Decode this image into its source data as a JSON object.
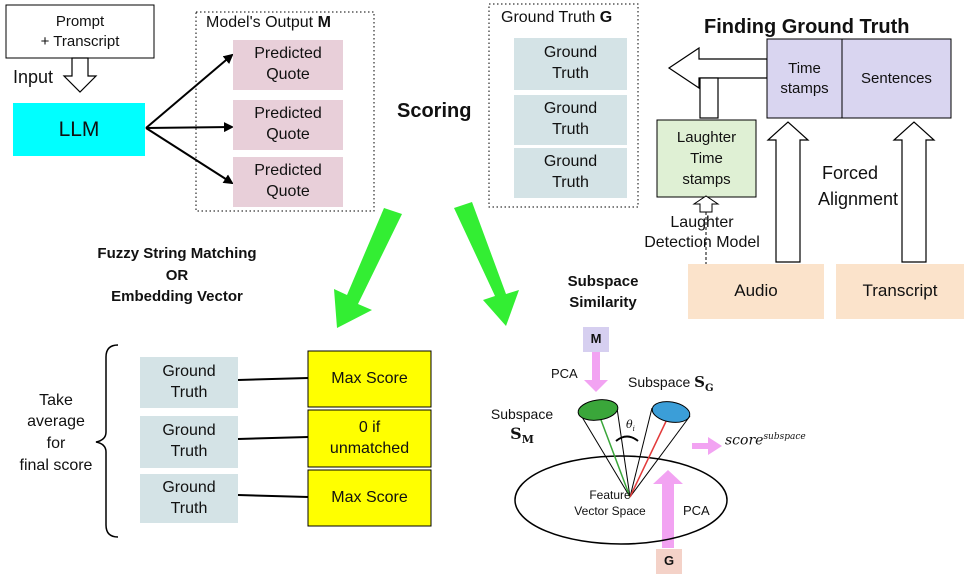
{
  "diagram": {
    "prompt": {
      "line1": "Prompt",
      "line2": "+ Transcript"
    },
    "input_label": "Input",
    "llm": "LLM",
    "model_output": {
      "title": "Model's Output",
      "symbol": "M",
      "items": [
        "Predicted Quote",
        "Predicted Quote",
        "Predicted Quote"
      ]
    },
    "scoring": "Scoring",
    "ground_truth": {
      "title": "Ground Truth",
      "symbol": "G",
      "items": [
        "Ground Truth",
        "Ground Truth",
        "Ground Truth"
      ]
    },
    "finding_title": "Finding Ground Truth",
    "timestamps": {
      "line1": "Time",
      "line2": "stamps"
    },
    "sentences": "Sentences",
    "laughter_ts": {
      "line1": "Laughter",
      "line2": "Time",
      "line3": "stamps"
    },
    "laughter_model": {
      "line1": "Laughter",
      "line2": "Detection Model"
    },
    "forced_alignment": {
      "line1": "Forced",
      "line2": "Alignment"
    },
    "audio": "Audio",
    "transcript": "Transcript",
    "fuzzy": {
      "line1": "Fuzzy String Matching",
      "line2": "OR",
      "line3": "Embedding Vector"
    },
    "take_average": {
      "line1": "Take",
      "line2": "average",
      "line3": "for",
      "line4": "final score"
    },
    "bottom_gt": [
      "Ground Truth",
      "Ground Truth",
      "Ground Truth"
    ],
    "scores": [
      "Max Score",
      "0 if unmatched",
      "Max Score"
    ],
    "subspace_similarity": {
      "line1": "Subspace",
      "line2": "Similarity"
    },
    "sub_m_symbol": "M",
    "sub_g_symbol": "G",
    "pca_top": "PCA",
    "pca_bottom": "PCA",
    "subspace_g": {
      "label": "Subspace",
      "symbol": "S",
      "sub": "G"
    },
    "subspace_m": {
      "label": "Subspace",
      "symbol": "S",
      "sub": "M"
    },
    "theta": {
      "symbol": "θ",
      "sub": "i"
    },
    "score_subspace": {
      "base": "score",
      "sup": "subspace"
    },
    "feature_space": {
      "line1": "Feature",
      "line2": "Vector Space"
    }
  },
  "colors": {
    "llm": "#00ffff",
    "predicted_quote": "#e8cfd9",
    "ground_truth_box": "#d4e3e6",
    "timestamps_box": "#d9d5f0",
    "laughter_box": "#dff0d4",
    "audio_box": "#fbe3cb",
    "score_box": "#ffff00",
    "green_arrow": "#33ee33",
    "pink_arrow": "#f2a3f2",
    "m_box": "#d6cff0",
    "g_box": "#f4d2c8",
    "cone_green": "#3aa63a",
    "cone_blue": "#3b9ed8"
  }
}
